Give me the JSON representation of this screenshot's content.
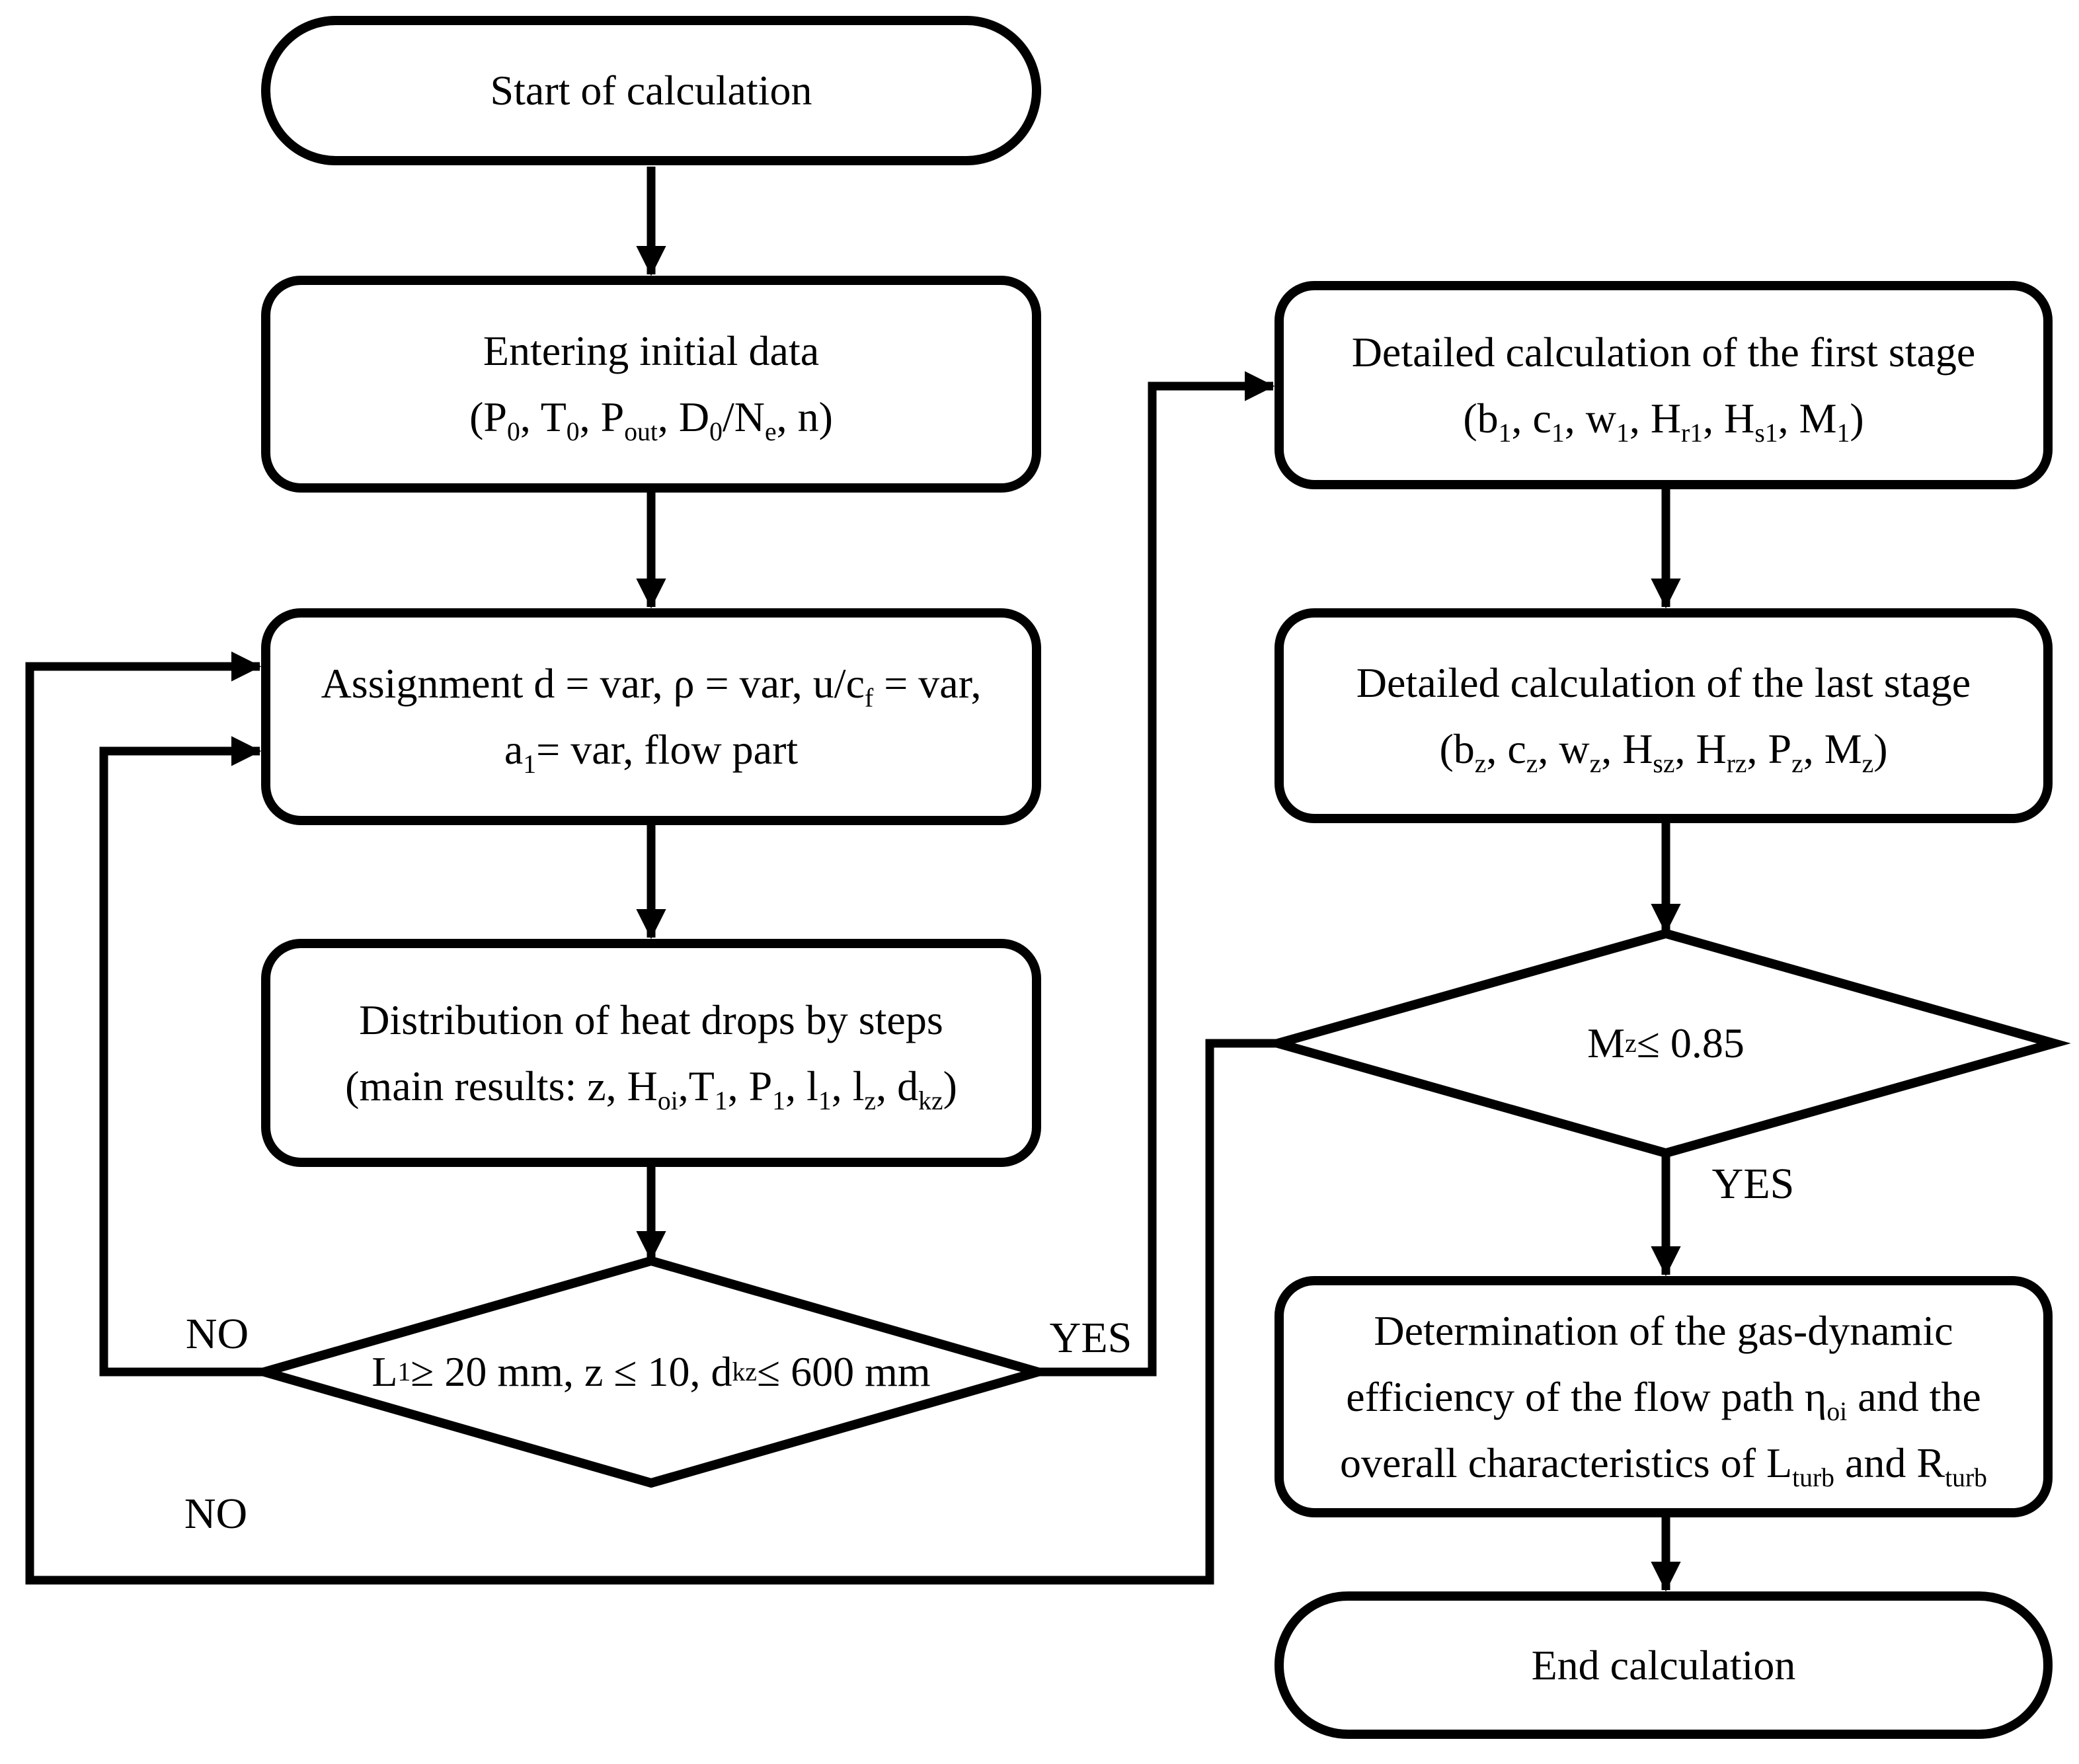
{
  "colors": {
    "ink": "#000000",
    "paper": "#ffffff"
  },
  "nodes": {
    "start": {
      "type": "terminator",
      "label": "Start of calculation"
    },
    "entering": {
      "type": "process",
      "lines": [
        "Entering initial data",
        "(P~0~, T~0~, P~out~, D~0~/N~e~, n)"
      ]
    },
    "assignment": {
      "type": "process",
      "lines": [
        "Assignment d = var, ρ = var, u/c~f~ = var,",
        "a~1~= var, flow part"
      ]
    },
    "distribution": {
      "type": "process",
      "lines": [
        "Distribution of heat drops by steps",
        "(main results: z, H~oi~,T~1~, P~1~, l~1~, l~z~, d~kz~)"
      ]
    },
    "decision1": {
      "type": "decision",
      "label": "L~1~ ≥ 20 mm, z ≤ 10, d~kz~ ≤ 600 mm"
    },
    "first": {
      "type": "process",
      "lines": [
        "Detailed calculation of the first stage",
        "(b~1~, c~1~, w~1~, H~r1~, H~s1~, M~1~)"
      ]
    },
    "last": {
      "type": "process",
      "lines": [
        "Detailed calculation of the last stage",
        "(b~z~, c~z~, w~z~, H~sz~, H~rz~, P~z~, M~z~)"
      ]
    },
    "decision2": {
      "type": "decision",
      "label": "M~z~ ≤ 0.85"
    },
    "determination": {
      "type": "process",
      "lines": [
        "Determination of the gas-dynamic",
        "efficiency of the flow path η~oi~ and the",
        "overall characteristics of L~turb~ and R~turb~"
      ]
    },
    "end": {
      "type": "terminator",
      "label": "End calculation"
    }
  },
  "labels": {
    "decision1_yes": "YES",
    "decision1_no": "NO",
    "decision2_yes": "YES",
    "decision2_no": "NO"
  },
  "edges": [
    {
      "from": "start",
      "to": "entering"
    },
    {
      "from": "entering",
      "to": "assignment"
    },
    {
      "from": "assignment",
      "to": "distribution"
    },
    {
      "from": "distribution",
      "to": "decision1"
    },
    {
      "from": "decision1",
      "to": "first",
      "label": "YES"
    },
    {
      "from": "decision1",
      "to": "assignment",
      "label": "NO"
    },
    {
      "from": "first",
      "to": "last"
    },
    {
      "from": "last",
      "to": "decision2"
    },
    {
      "from": "decision2",
      "to": "determination",
      "label": "YES"
    },
    {
      "from": "decision2",
      "to": "assignment",
      "label": "NO"
    },
    {
      "from": "determination",
      "to": "end"
    }
  ]
}
